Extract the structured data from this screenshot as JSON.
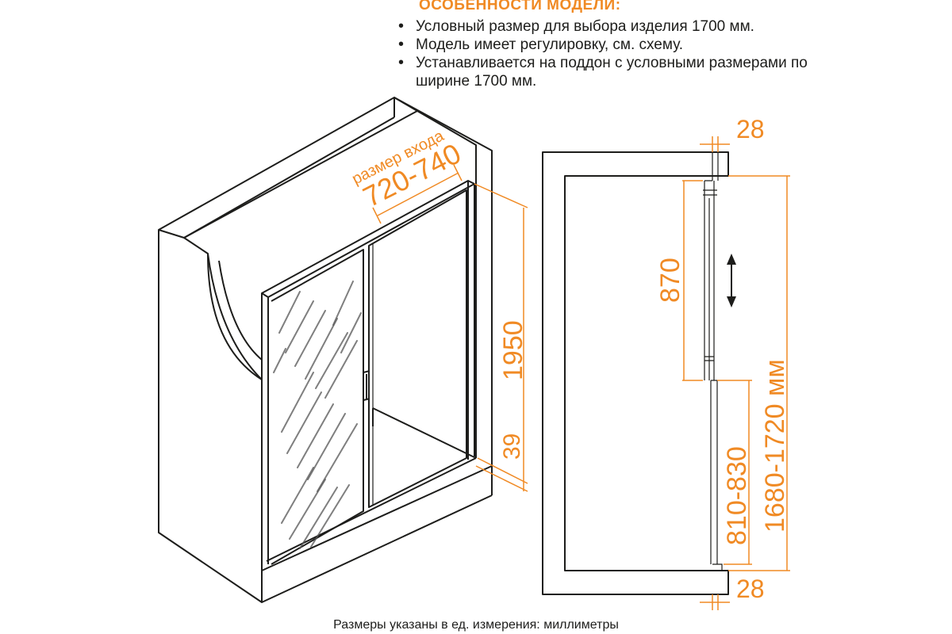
{
  "header": {
    "title": "ОСОБЕННОСТИ МОДЕЛИ:",
    "features": [
      "Условный размер для выбора изделия 1700 мм.",
      "Модель имеет регулировку, см. схему.",
      "Устанавливается на поддон с условными размерами по ширине 1700 мм."
    ]
  },
  "dimensions": {
    "entrance_label": "размер входа",
    "entrance": "720-740",
    "height": "1950",
    "tray": "39",
    "top_profile": "28",
    "bottom_profile": "28",
    "adjust_top": "870",
    "adjust_bottom": "810-830",
    "overall": "1680-1720 мм"
  },
  "footer": {
    "note": "Размеры указаны в ед. измерения: миллиметры"
  },
  "colors": {
    "accent": "#f08a24",
    "line": "#1d1d1b"
  }
}
